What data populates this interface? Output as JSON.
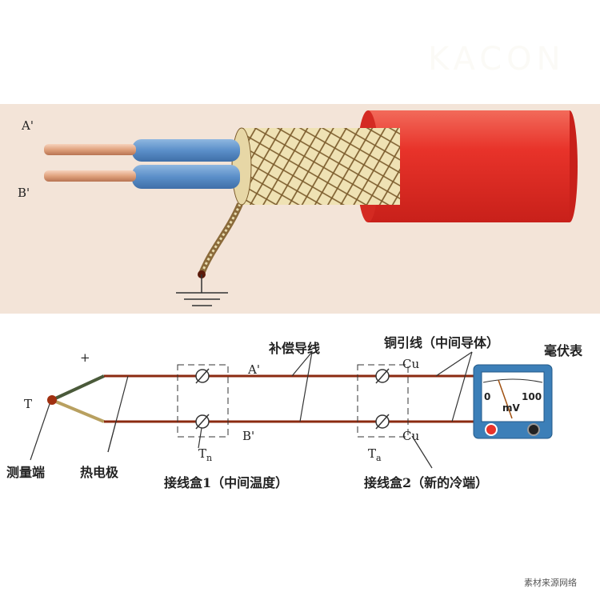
{
  "watermark": "KACON",
  "cable": {
    "wire_a": "A'",
    "wire_b": "B'"
  },
  "diagram": {
    "junction": "T",
    "plus": "+",
    "wire_a": "A'",
    "wire_b": "B'",
    "cu_top": "Cu",
    "cu_bottom": "Cu",
    "tn": "T",
    "tn_sub": "n",
    "ta": "T",
    "ta_sub": "a",
    "compensation_wire": "补偿导线",
    "copper_lead": "铜引线（中间导体）",
    "millivoltmeter": "毫伏表",
    "measuring_end": "测量端",
    "thermo_electrode": "热电极",
    "junction_box_1": "接线盒1（中间温度）",
    "junction_box_2": "接线盒2（新的冷端）",
    "meter": {
      "scale_min": "0",
      "scale_max": "100",
      "unit": "mV"
    }
  },
  "footer": "素材来源网络",
  "colors": {
    "panel_bg": "#f3e4d8",
    "jacket": "#e8332a",
    "insulation": "#5b8fc9",
    "copper": "#e0a27e",
    "wire": "#8b2a10",
    "meter": "#3c7fb8"
  }
}
